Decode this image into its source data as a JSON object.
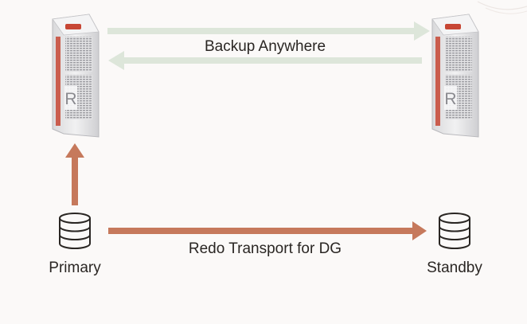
{
  "labels": {
    "backup": "Backup Anywhere",
    "redo": "Redo Transport for DG",
    "primary": "Primary",
    "standby": "Standby"
  },
  "servers": {
    "left_badge": "R",
    "right_badge": "R"
  },
  "colors": {
    "background": "#fbf9f8",
    "backup_arrow": "#dde6da",
    "redo_arrow": "#c6795c",
    "server_body": "#e9e9ea",
    "server_accent": "#c74634",
    "text": "#2a2623"
  },
  "icons": {
    "server": "exadata-rack-icon",
    "database": "database-icon"
  }
}
